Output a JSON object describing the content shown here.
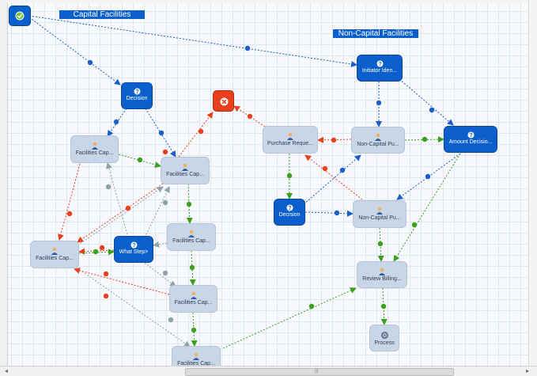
{
  "lanes": {
    "capital": "Capital Facilities",
    "non_capital": "Non-Capital Facilities"
  },
  "nodes": {
    "decision1": "Decision",
    "initiator": "Initiator Iden...",
    "fac_cap_a": "Facilities Cap...",
    "fac_cap_b": "Facilities Cap...",
    "fac_cap_c": "Facilities Cap...",
    "fac_cap_d": "Facilities Cap...",
    "fac_cap_e": "Facilities Cap...",
    "fac_cap_f": "Facilities Cap...",
    "what_step": "What Step>",
    "purchase_req": "Purchase Reque...",
    "non_cap_pu_a": "Non-Capital Pu...",
    "non_cap_pu_b": "Non-Capital Pu...",
    "amount_decision": "Amount Decisio...",
    "decision2": "Decision",
    "review_billing": "Review Billing...",
    "process": "Process"
  },
  "icons": {
    "decision": "question-icon",
    "task": "user-icon",
    "reject": "close-icon",
    "start": "start-check-icon",
    "process": "process-gear-icon"
  },
  "colors": {
    "decision": "#0a5fcc",
    "task": "#c9d6e8",
    "reject": "#e8401c",
    "edge_blue": "#1a5fc8",
    "edge_green": "#3aa01e",
    "edge_red": "#e8401c",
    "edge_gray": "#8fa2ab"
  }
}
